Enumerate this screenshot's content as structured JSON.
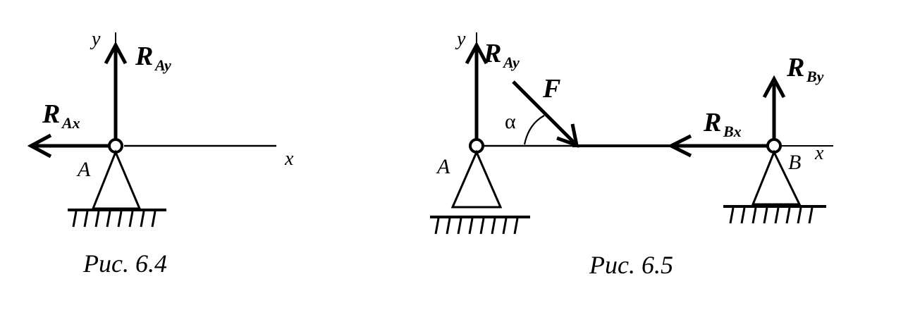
{
  "figure1": {
    "caption": "Рис. 6.4",
    "axis_x": "x",
    "axis_y": "y",
    "point": "A",
    "force_ay": {
      "main": "R",
      "sub": "Ay"
    },
    "force_ax": {
      "main": "R",
      "sub": "Ax"
    }
  },
  "figure2": {
    "caption": "Рис. 6.5",
    "axis_x": "x",
    "axis_y": "y",
    "point_a": "A",
    "point_b": "B",
    "force_ay": {
      "main": "R",
      "sub": "Ay"
    },
    "force_f": "F",
    "angle": "α",
    "force_bx": {
      "main": "R",
      "sub": "Bx"
    },
    "force_by": {
      "main": "R",
      "sub": "By"
    }
  }
}
